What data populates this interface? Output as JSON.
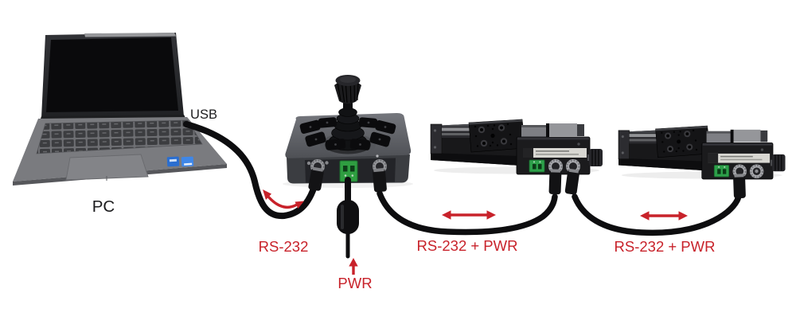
{
  "diagram": {
    "background": "#ffffff",
    "annotation_color": "#c8222a",
    "labels": {
      "pc": "PC",
      "usb": "USB",
      "rs232": "RS-232",
      "pwr": "PWR",
      "stage1_link": "RS-232 + PWR",
      "stage2_link": "RS-232 + PWR"
    },
    "icons": {
      "swivel_arrow": "curved-double-arrow",
      "stage1_travel_arrow": "horizontal-double-arrow",
      "stage2_travel_arrow": "horizontal-double-arrow",
      "pwr_arrow": "up-arrow"
    }
  }
}
